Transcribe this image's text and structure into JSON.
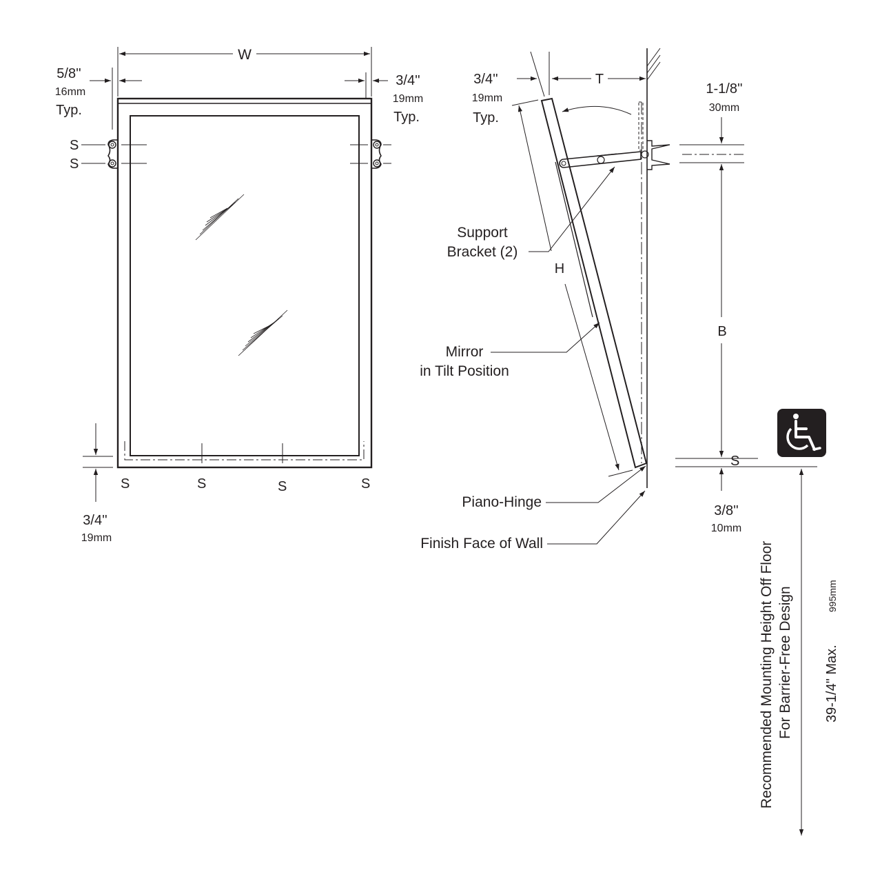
{
  "front_view": {
    "width_label": "W",
    "left_offset": {
      "imperial": "5/8''",
      "metric": "16mm",
      "note": "Typ."
    },
    "right_offset": {
      "imperial": "3/4''",
      "metric": "19mm",
      "note": "Typ."
    },
    "slot_label": "S",
    "bottom_offset": {
      "imperial": "3/4''",
      "metric": "19mm"
    }
  },
  "side_view": {
    "thickness_label": "T",
    "frame_depth": {
      "imperial": "3/4''",
      "metric": "19mm",
      "note": "Typ."
    },
    "bracket_spacing": {
      "imperial": "1-1/8''",
      "metric": "30mm"
    },
    "height_label": "H",
    "bracket_to_bottom_label": "B",
    "slot_label": "S",
    "bottom_offset": {
      "imperial": "3/8''",
      "metric": "10mm"
    },
    "callouts": {
      "support_bracket_line1": "Support",
      "support_bracket_line2": "Bracket (2)",
      "mirror_line1": "Mirror",
      "mirror_line2": "in Tilt Position",
      "piano_hinge": "Piano-Hinge",
      "finish_face": "Finish Face of Wall"
    }
  },
  "mounting": {
    "line1": "Recommended Mounting Height Off Floor",
    "line2": "For Barrier-Free Design",
    "height_imperial": "39-1/4\" Max.",
    "height_metric": "995mm",
    "icon": "wheelchair-accessibility-icon"
  },
  "colors": {
    "ink": "#231f20",
    "background": "#ffffff",
    "icon_bg": "#231f20"
  }
}
